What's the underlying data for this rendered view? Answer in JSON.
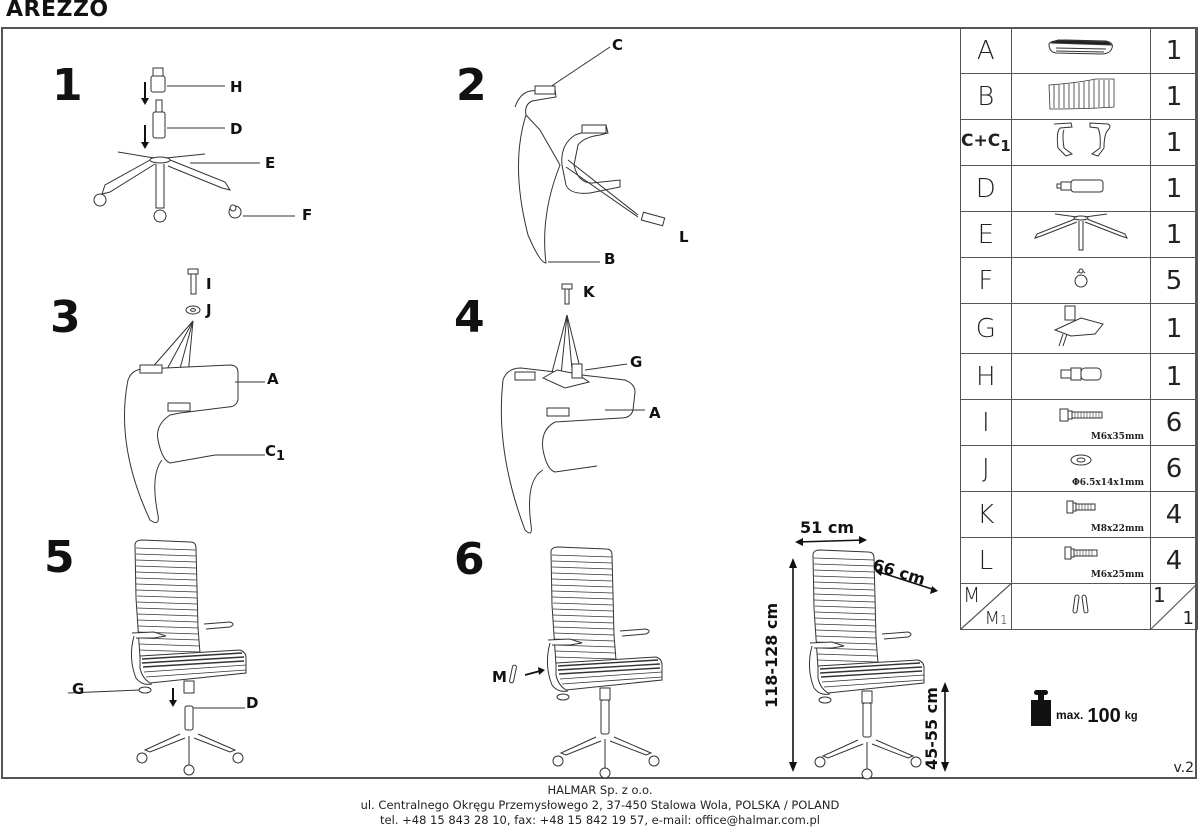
{
  "document": {
    "title": "AREZZO",
    "version": "v.2"
  },
  "steps": [
    {
      "number": "1",
      "labels": [
        "H",
        "D",
        "E",
        "F"
      ]
    },
    {
      "number": "2",
      "labels": [
        "C",
        "L",
        "B"
      ]
    },
    {
      "number": "3",
      "labels": [
        "I",
        "J",
        "A",
        "C",
        "1"
      ]
    },
    {
      "number": "4",
      "labels": [
        "K",
        "G",
        "A"
      ]
    },
    {
      "number": "5",
      "labels": [
        "G",
        "D"
      ]
    },
    {
      "number": "6",
      "labels": [
        "M"
      ]
    }
  ],
  "parts_table": {
    "rows": [
      {
        "letter": "A",
        "item": "seat",
        "spec": "",
        "qty": "1"
      },
      {
        "letter": "B",
        "item": "backrest",
        "spec": "",
        "qty": "1"
      },
      {
        "letter": "C+C",
        "letter_sub": "1",
        "item": "armrests",
        "spec": "",
        "qty": "1"
      },
      {
        "letter": "D",
        "item": "gas-lift",
        "spec": "",
        "qty": "1"
      },
      {
        "letter": "E",
        "item": "star-base",
        "spec": "",
        "qty": "1"
      },
      {
        "letter": "F",
        "item": "caster",
        "spec": "",
        "qty": "5"
      },
      {
        "letter": "G",
        "item": "tilt-mechanism",
        "spec": "",
        "qty": "1"
      },
      {
        "letter": "H",
        "item": "gas-lift-cover",
        "spec": "",
        "qty": "1"
      },
      {
        "letter": "I",
        "item": "bolt",
        "spec": "M6x35mm",
        "qty": "6"
      },
      {
        "letter": "J",
        "item": "washer",
        "spec": "Φ6.5x14x1mm",
        "qty": "6"
      },
      {
        "letter": "K",
        "item": "bolt",
        "spec": "M8x22mm",
        "qty": "4"
      },
      {
        "letter": "L",
        "item": "bolt",
        "spec": "M6x25mm",
        "qty": "4"
      }
    ],
    "last_row": {
      "letter_top": "M",
      "letter_bottom": "M",
      "letter_bottom_sub": "1",
      "item": "covers",
      "qty_top": "1",
      "qty_bottom": "1"
    }
  },
  "dimensions": {
    "width": "51 cm",
    "depth": "66 cm",
    "height": "118-128 cm",
    "seat_height": "45-55 cm"
  },
  "max_load": {
    "prefix": "max.",
    "value": "100",
    "unit": "kg",
    "icon": "weight-icon"
  },
  "footer": {
    "company": "HALMAR Sp. z o.o.",
    "address": "ul. Centralnego Okręgu Przemysłowego 2, 37-450 Stalowa Wola, POLSKA / POLAND",
    "contact": "tel. +48 15 843 28 10, fax: +48 15 842 19 57, e-mail: office@halmar.com.pl"
  }
}
